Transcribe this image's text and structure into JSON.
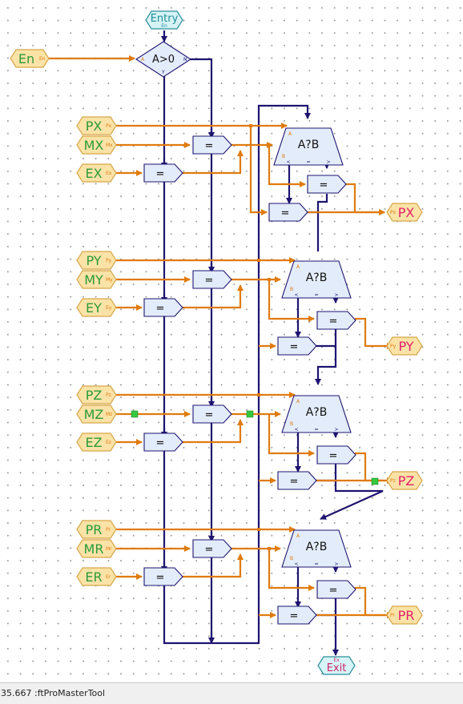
{
  "diagram": {
    "entry": {
      "label": "Entry",
      "port": "En"
    },
    "exit": {
      "label": "Exit",
      "port": "Ex"
    },
    "decision": {
      "label": "A>0",
      "port_in": "A",
      "port_yes": "Y",
      "port_no": "N"
    },
    "enable": {
      "label": "En",
      "port": "En"
    },
    "assign_label": "=",
    "compare_label": "A?B",
    "compare_ports": {
      "a": "A",
      "b": "B",
      "lt": "<",
      "eq": "=",
      "gt": ">"
    },
    "groups": [
      {
        "p": "PX",
        "p_port": "Px",
        "m": "MX",
        "m_port": "Mx",
        "e": "EX",
        "e_port": "Ex",
        "out": "PX",
        "out_port": "Px"
      },
      {
        "p": "PY",
        "p_port": "Py",
        "m": "MY",
        "m_port": "My",
        "e": "EY",
        "e_port": "Ey",
        "out": "PY",
        "out_port": "Py"
      },
      {
        "p": "PZ",
        "p_port": "Pz",
        "m": "MZ",
        "m_port": "Mz",
        "e": "EZ",
        "e_port": "Ez",
        "out": "PZ",
        "out_port": "Pz"
      },
      {
        "p": "PR",
        "p_port": "Pr",
        "m": "MR",
        "m_port": "Mr",
        "e": "ER",
        "e_port": "Er",
        "out": "PR",
        "out_port": "Pr"
      }
    ]
  },
  "statusbar": {
    "text": "35.667 :ftProMasterTool"
  }
}
